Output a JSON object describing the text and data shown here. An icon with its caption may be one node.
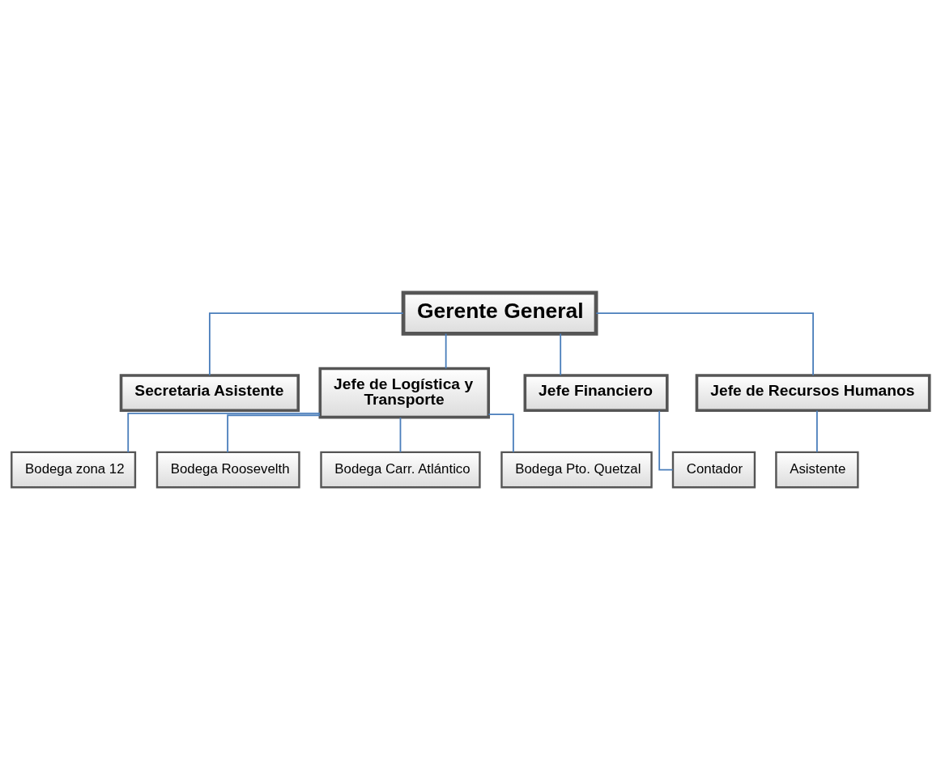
{
  "diagram": {
    "nodes": [
      {
        "text": [
          "Gerente General"
        ]
      },
      {
        "text": [
          "Secretaria Asistente"
        ]
      },
      {
        "text": [
          "Jefe de Logística y Transporte"
        ]
      },
      {
        "text": [
          "Jefe Financiero"
        ]
      },
      {
        "text": [
          "Jefe de Recursos Humanos"
        ]
      },
      {
        "text": [
          "Bodega zona 12"
        ]
      },
      {
        "text": [
          "Bodega Roosevelth"
        ]
      },
      {
        "text": [
          "Bodega Carr. Atlántico"
        ]
      },
      {
        "text": [
          "Bodega Pto. Quetzal"
        ]
      },
      {
        "text": [
          "Contador"
        ]
      },
      {
        "text": [
          "Asistente"
        ]
      }
    ],
    "edges": [
      {
        "from": 0,
        "to": 1,
        "arrow": "none"
      },
      {
        "from": 0,
        "to": 2,
        "arrow": "none"
      },
      {
        "from": 0,
        "to": 3,
        "arrow": "none"
      },
      {
        "from": 0,
        "to": 4,
        "arrow": "none"
      },
      {
        "from": 2,
        "to": 5,
        "arrow": "none"
      },
      {
        "from": 2,
        "to": 6,
        "arrow": "none"
      },
      {
        "from": 2,
        "to": 7,
        "arrow": "none"
      },
      {
        "from": 2,
        "to": 8,
        "arrow": "none"
      },
      {
        "from": 3,
        "to": 9,
        "arrow": "none"
      },
      {
        "from": 4,
        "to": 10,
        "arrow": "none"
      }
    ]
  }
}
